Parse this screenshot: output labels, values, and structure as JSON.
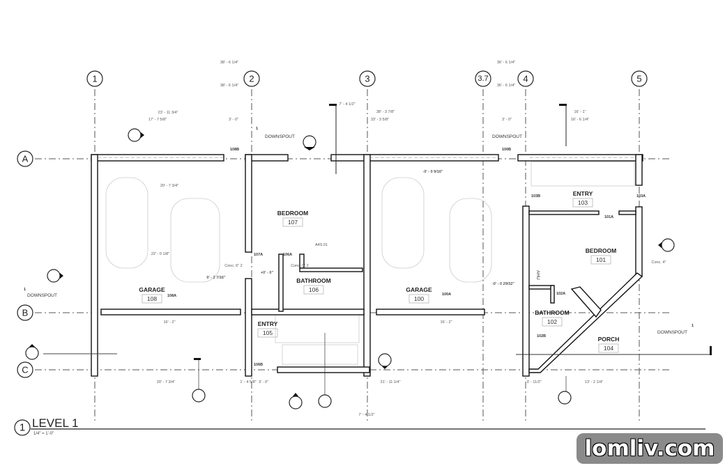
{
  "drawing": {
    "title": "LEVEL 1",
    "view_number": "1",
    "scale": "1/4\" = 1'-0\"",
    "grid_columns": [
      "1",
      "2",
      "3",
      "3.7",
      "4",
      "5"
    ],
    "grid_rows": [
      "A",
      "B",
      "C"
    ],
    "rooms": [
      {
        "name": "GARAGE",
        "number": "108"
      },
      {
        "name": "BEDROOM",
        "number": "107"
      },
      {
        "name": "BATHROOM",
        "number": "106"
      },
      {
        "name": "ENTRY",
        "number": "105"
      },
      {
        "name": "GARAGE",
        "number": "100"
      },
      {
        "name": "ENTRY",
        "number": "103"
      },
      {
        "name": "BEDROOM",
        "number": "101"
      },
      {
        "name": "BATHROOM",
        "number": "102"
      },
      {
        "name": "PORCH",
        "number": "104"
      }
    ],
    "notes": {
      "downspout": "DOWNSPOUT",
      "ahu": "AHU",
      "keynote": "1"
    },
    "doors": [
      "108B",
      "107A",
      "106A",
      "108A",
      "106B",
      "100B",
      "103B",
      "101A",
      "103A",
      "102A",
      "100A",
      "102B"
    ],
    "dimensions": [
      "38' - 6 1/4\"",
      "38' - 6 1/4\"",
      "23' - 11 3/4\"",
      "17' - 7 5/8\"",
      "3' - 0\"",
      "7' - 4 1/2\"",
      "38' - 3 7/8\"",
      "33' - 3 5/8\"",
      "36' - 6 1/4\"",
      "36' - 6 1/4\"",
      "3' - 0\"",
      "16' - 1\"",
      "16' - 6 1/4\"",
      "20' - 7 3/4\"",
      "22' - 0 1/8\"",
      "16' - 2\"",
      "16' - 2\"",
      "20' - 7 3/4\"",
      "31' - 11 1/4\"",
      "1' - 4 5/8\"",
      "3' - 0\"",
      "7' - 4 1/2\"",
      "3' - 11/2\"",
      "13' - 2 1/4\"",
      "0' - 2 7/16\"",
      "+0' - 0\"",
      "-0' - 0 9/16\"",
      "-0' - 0 29/32\"",
      "Conc. 6\" 2",
      "Conc. 0\" 2",
      "Conc. 4\"",
      "A4S.01"
    ]
  },
  "watermark": "lomliv.com"
}
